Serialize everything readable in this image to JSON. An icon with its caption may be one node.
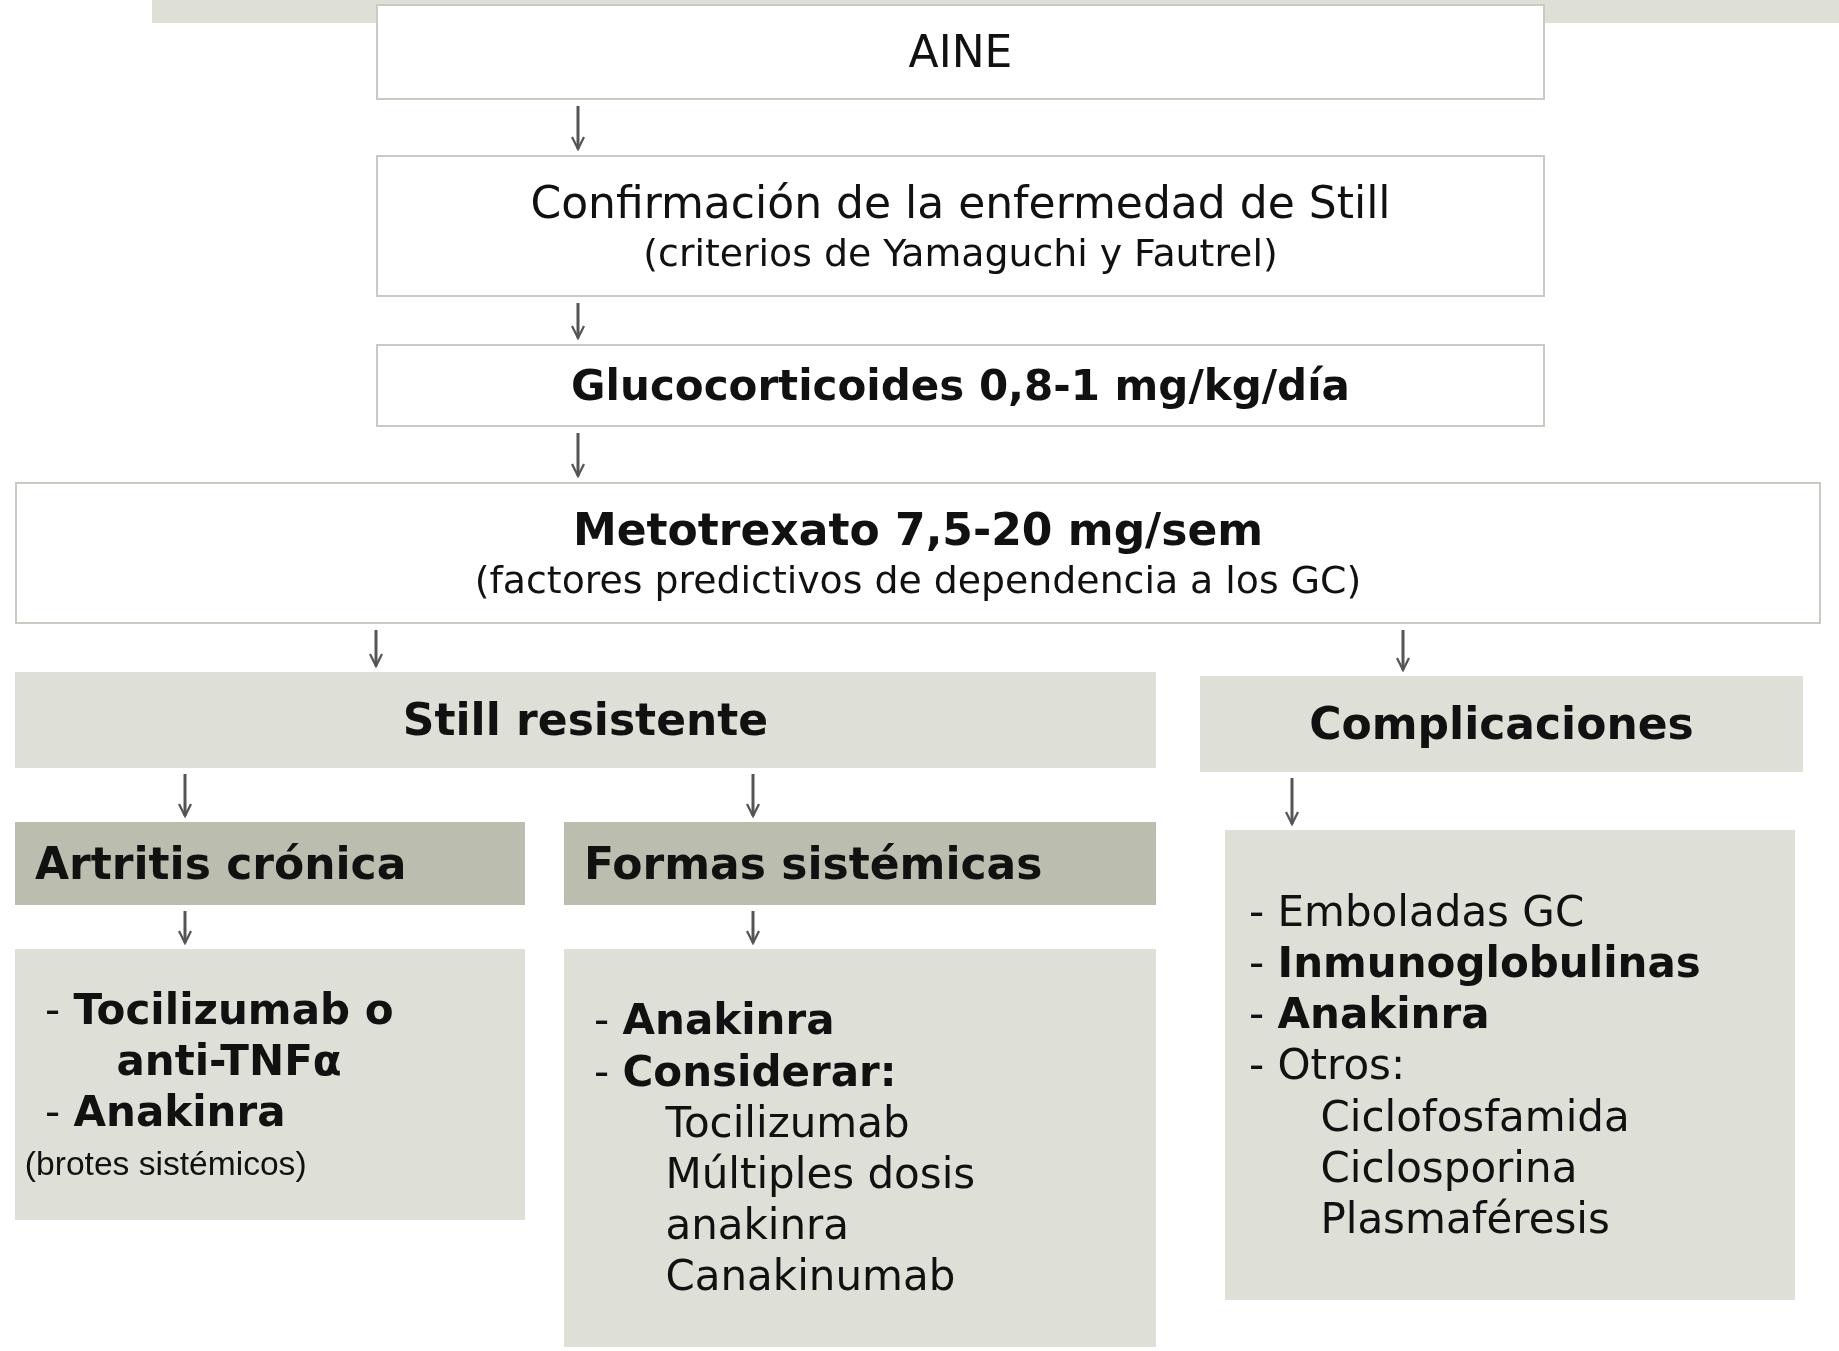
{
  "diagram": {
    "nodes": [
      {
        "text": [
          "AINE"
        ]
      },
      {
        "text": [
          "Confirmación de la enfermedad de Still",
          "(criterios de Yamaguchi y Fautrel)"
        ]
      },
      {
        "text": [
          "Glucocorticoides 0,8-1 mg/kg/día"
        ]
      },
      {
        "text": [
          "Metotrexato 7,5-20 mg/sem",
          "(factores predictivos de dependencia a los GC)"
        ]
      },
      {
        "text": [
          "Still resistente"
        ]
      },
      {
        "text": [
          "Complicaciones"
        ]
      },
      {
        "text": [
          "Artritis crónica"
        ]
      },
      {
        "text": [
          "Formas sistémicas"
        ]
      },
      {
        "text": [
          "- **Tocilizumab o anti-TNFα**",
          "- **Anakinra**",
          "(brotes sistémicos)"
        ]
      },
      {
        "text": [
          "- **Anakinra**",
          "- **Considerar:**",
          "Tocilizumab",
          "Múltiples dosis anakinra",
          "Canakinumab"
        ]
      },
      {
        "text": [
          "- Emboladas GC",
          "- **Inmunoglobulinas**",
          "- **Anakinra**",
          "- Otros:",
          "Ciclofosfamida",
          "Ciclosporina",
          "Plasmaféresis"
        ]
      }
    ],
    "edges": [
      {
        "from": 0,
        "to": 1,
        "arrow": "to"
      },
      {
        "from": 1,
        "to": 2,
        "arrow": "to"
      },
      {
        "from": 2,
        "to": 3,
        "arrow": "to"
      },
      {
        "from": 3,
        "to": 4,
        "arrow": "to"
      },
      {
        "from": 3,
        "to": 5,
        "arrow": "to"
      },
      {
        "from": 4,
        "to": 6,
        "arrow": "to"
      },
      {
        "from": 4,
        "to": 7,
        "arrow": "to"
      },
      {
        "from": 6,
        "to": 8,
        "arrow": "to"
      },
      {
        "from": 7,
        "to": 9,
        "arrow": "to"
      },
      {
        "from": 5,
        "to": 10,
        "arrow": "to"
      }
    ]
  }
}
